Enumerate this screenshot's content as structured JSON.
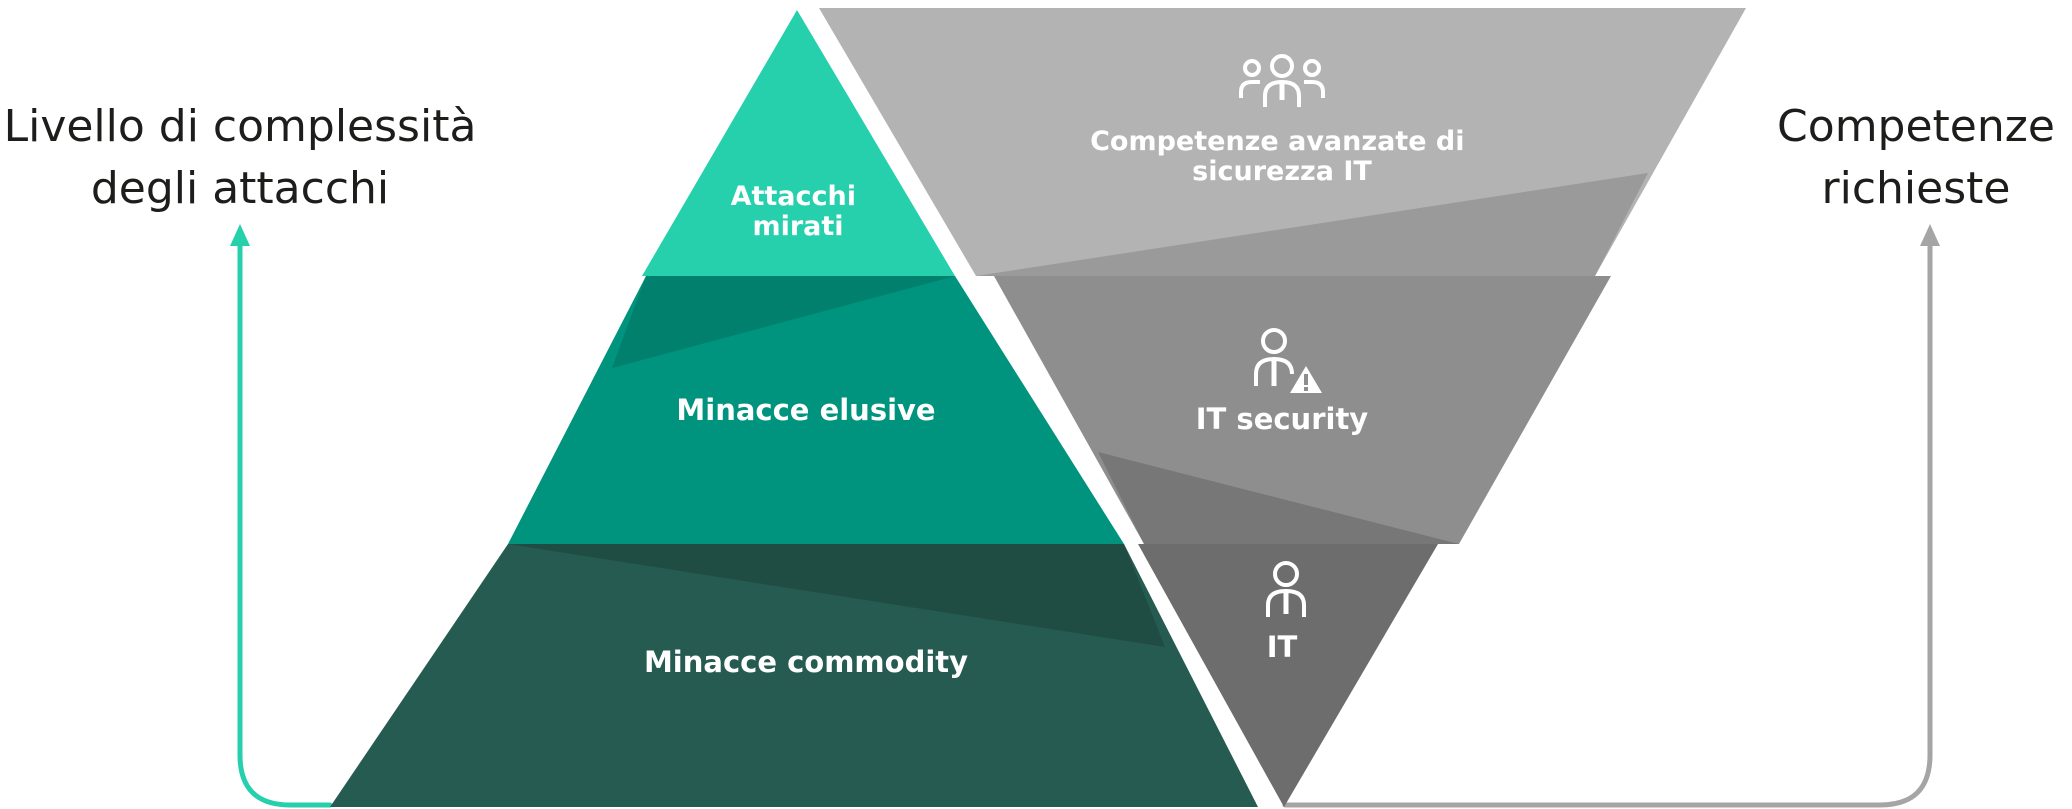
{
  "left_axis": {
    "title_line1": "Livello di complessità",
    "title_line2": "degli attacchi",
    "color": "#26d0ad"
  },
  "right_axis": {
    "title_line1": "Competenze",
    "title_line2": "richieste",
    "color": "#a5a5a5"
  },
  "pyramid": {
    "levels": [
      {
        "label_line1": "Attacchi",
        "label_line2": "mirati",
        "color": "#26d0ad"
      },
      {
        "label": "Minacce elusive",
        "color": "#00937e"
      },
      {
        "label": "Minacce commodity",
        "color": "#265b51"
      }
    ]
  },
  "funnel": {
    "levels": [
      {
        "label_line1": "Competenze avanzate di",
        "label_line2": "sicurezza IT",
        "icon": "team-icon",
        "color": "#b3b3b3"
      },
      {
        "label": "IT security",
        "icon": "user-warning-icon",
        "color": "#8e8e8e"
      },
      {
        "label": "IT",
        "icon": "user-icon",
        "color": "#6d6d6d"
      }
    ]
  }
}
